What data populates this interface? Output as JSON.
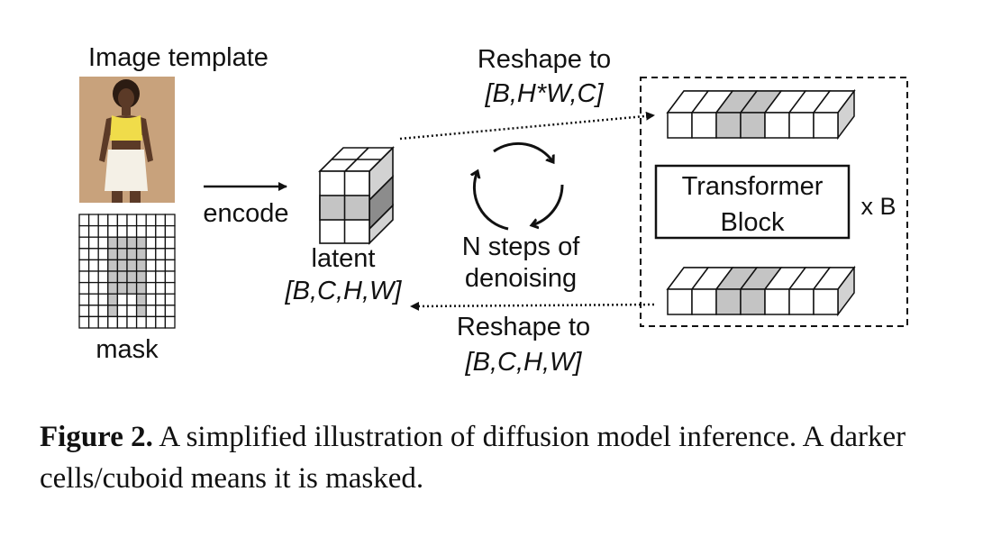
{
  "labels": {
    "image_template": "Image template",
    "mask": "mask",
    "encode": "encode",
    "latent": "latent",
    "latent_shape": "[B,C,H,W]",
    "reshape_top": "Reshape to",
    "reshape_top_shape": "[B,H*W,C]",
    "reshape_bottom": "Reshape to",
    "reshape_bottom_shape": "[B,C,H,W]",
    "denoise_line1": "N steps of",
    "denoise_line2": "denoising",
    "block_line1": "Transformer",
    "block_line2": "Block",
    "repeat": "x B"
  },
  "caption": {
    "figure_label": "Figure 2.",
    "text": " A simplified illustration of diffusion model inference. A darker cells/cuboid means it is masked."
  },
  "cutoff_text": "",
  "colors": {
    "line": "#111111",
    "masked_fill": "#c4c4c4",
    "masked_side": "#8c8c8c",
    "face_side": "#d2d2d2",
    "face_top": "#ffffff",
    "photo_bg": "#c8a27c",
    "top_garment": "#f0dc4a",
    "skirt": "#f4f0e6",
    "skin": "#5b3a27"
  }
}
